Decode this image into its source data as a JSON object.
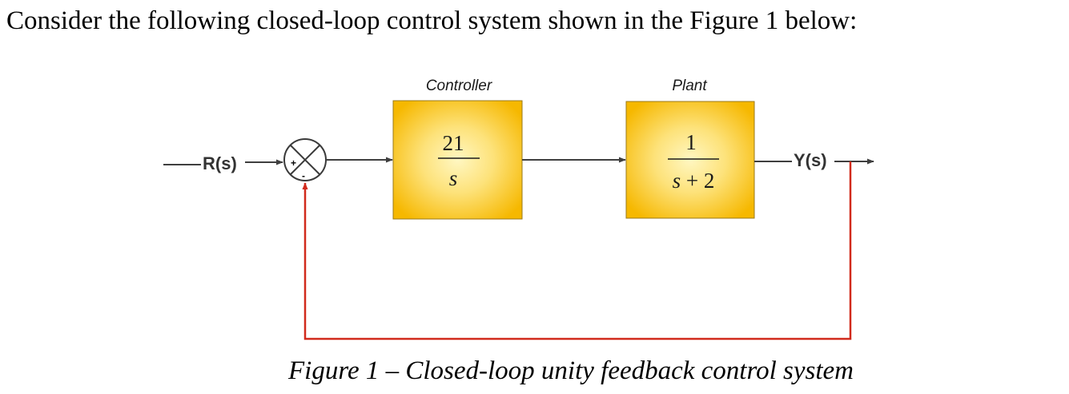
{
  "intro_text": "Consider the following closed-loop control system shown in the Figure 1 below:",
  "caption": "Figure 1 – Closed-loop unity feedback control system",
  "input_signal": "R(s)",
  "output_signal": "Y(s)",
  "summing_junction": {
    "plus_sign": "+",
    "minus_sign": "-"
  },
  "controller": {
    "label": "Controller",
    "numerator": "21",
    "denominator": "s"
  },
  "plant": {
    "label": "Plant",
    "numerator": "1",
    "denominator_var": "s",
    "denominator_rest": " + 2"
  },
  "colors": {
    "block_center": "#fff6b8",
    "block_edge": "#f7ba00",
    "signal_line": "#3f3f3f",
    "feedback_line": "#d12a1c"
  }
}
